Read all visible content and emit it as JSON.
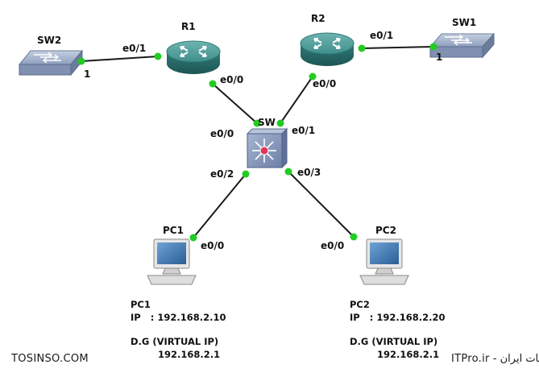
{
  "devices": {
    "r1": {
      "name": "R1"
    },
    "r2": {
      "name": "R2"
    },
    "sw": {
      "name": "SW"
    },
    "sw1": {
      "name": "SW1"
    },
    "sw2": {
      "name": "SW2"
    },
    "pc1": {
      "name": "PC1"
    },
    "pc2": {
      "name": "PC2"
    }
  },
  "ports": {
    "sw2_1": "1",
    "r1_e01": "e0/1",
    "r1_e00": "e0/0",
    "r2_e00": "e0/0",
    "r2_e01": "e0/1",
    "sw1_1": "1",
    "sw_e00": "e0/0",
    "sw_e01": "e0/1",
    "sw_e02": "e0/2",
    "sw_e03": "e0/3",
    "pc1_e00": "e0/0",
    "pc2_e00": "e0/0"
  },
  "pc1_info": {
    "name": "PC1",
    "ip": "IP   : 192.168.2.10",
    "dg_label": "D.G (VIRTUAL IP)",
    "dg_value": "192.168.2.1"
  },
  "pc2_info": {
    "name": "PC2",
    "ip": "IP   : 192.168.2.20",
    "dg_label": "D.G (VIRTUAL IP)",
    "dg_value": "192.168.2.1"
  },
  "watermark": {
    "left": "TOSINSO.COM",
    "right": "وب سایت تخصصی فناوری اطلاعات ایران - ITPro.ir"
  },
  "colors": {
    "link": "#1a1a1a",
    "port_dot": "#22cc22",
    "router": "#3f8f8c",
    "switch": "#8e9fbd",
    "l3_switch": "#7e92b8",
    "monitor_screen": "#3b6fa8"
  }
}
